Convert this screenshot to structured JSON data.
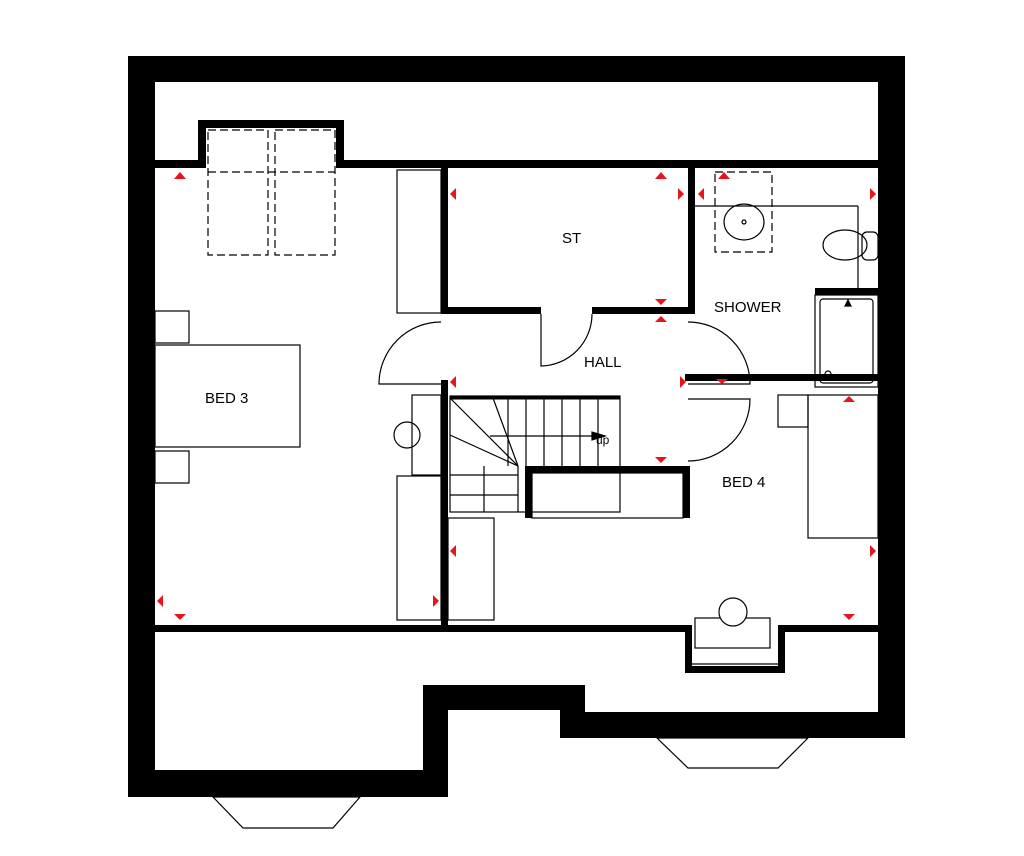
{
  "rooms": {
    "bed3": "BED 3",
    "st": "ST",
    "hall": "HALL",
    "shower": "SHOWER",
    "bed4": "BED 4"
  },
  "stairs": {
    "direction_label": "up"
  },
  "colors": {
    "wall": "#000000",
    "marker": "#e8141c",
    "background": "#ffffff"
  }
}
